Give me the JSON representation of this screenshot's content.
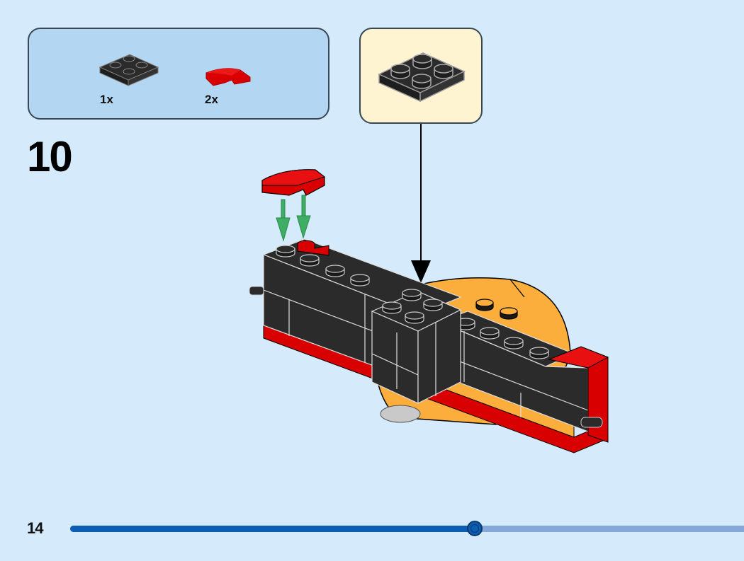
{
  "step": {
    "number": "10"
  },
  "parts_list": {
    "items": [
      {
        "name": "Plate 2x2",
        "color": "#2b2b2b",
        "quantity": "1x"
      },
      {
        "name": "Slope curved 2x1",
        "color": "#d80000",
        "quantity": "2x"
      }
    ]
  },
  "callout": {
    "part": "Plate 2x2",
    "color": "#2b2b2b"
  },
  "colors": {
    "background": "#d5ebfb",
    "brick_black": "#2b2b2b",
    "brick_red": "#d80000",
    "brick_orange": "#fcae3c",
    "brick_grey": "#c9c9c9",
    "arrow_green": "#3fae64",
    "arrow_black": "#000000"
  },
  "footer": {
    "page_number": "14",
    "progress_percent": 60
  }
}
